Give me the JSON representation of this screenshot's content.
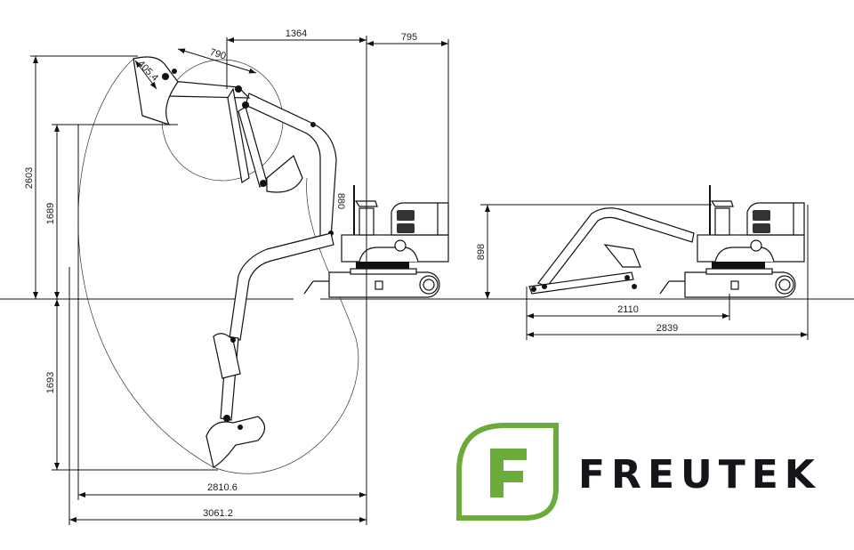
{
  "diagram": {
    "title": "Mini excavator dimensions",
    "working_range_view": {
      "dimensions": {
        "top_reach": "1364",
        "rear_length": "795",
        "arm_length": "790",
        "bucket_length": "405.4",
        "max_dig_height": "2603",
        "max_dump_height": "1689",
        "max_dig_depth": "1693",
        "max_reach_ground": "2810.6",
        "max_reach": "3061.2",
        "boom_offset": "880"
      }
    },
    "transport_view": {
      "dimensions": {
        "height": "898",
        "length_to_track": "2110",
        "overall_length": "2839"
      }
    }
  },
  "logo": {
    "brand": "FREUTEK",
    "mark_letter": "F",
    "colors": {
      "green": "#6aab3a",
      "text": "#14141a"
    }
  }
}
